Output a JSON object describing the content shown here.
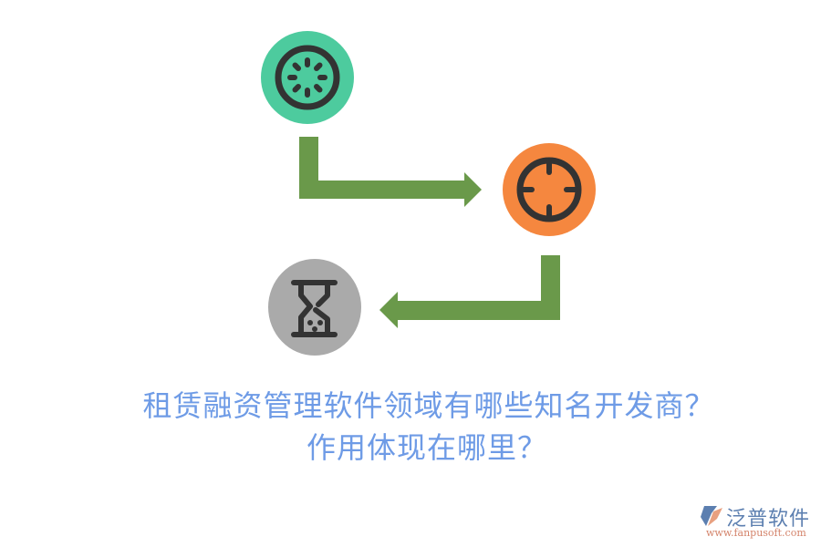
{
  "diagram": {
    "nodes": [
      {
        "id": "n1",
        "icon": "loading-spinner-icon",
        "color": "#4dcb9e"
      },
      {
        "id": "n2",
        "icon": "crosshair-target-icon",
        "color": "#f5873f"
      },
      {
        "id": "n3",
        "icon": "hourglass-icon",
        "color": "#aaaaaa"
      }
    ],
    "arrows": [
      {
        "from": "n1",
        "to": "n2",
        "color": "#6a994a"
      },
      {
        "from": "n2",
        "to": "n3",
        "color": "#6a994a"
      }
    ]
  },
  "title": {
    "line1": "租赁融资管理软件领域有哪些知名开发商？",
    "line2": "作用体现在哪里？",
    "color": "#6e9be6"
  },
  "logo": {
    "name": "泛普软件",
    "url": "www.fanpusoft.com"
  }
}
